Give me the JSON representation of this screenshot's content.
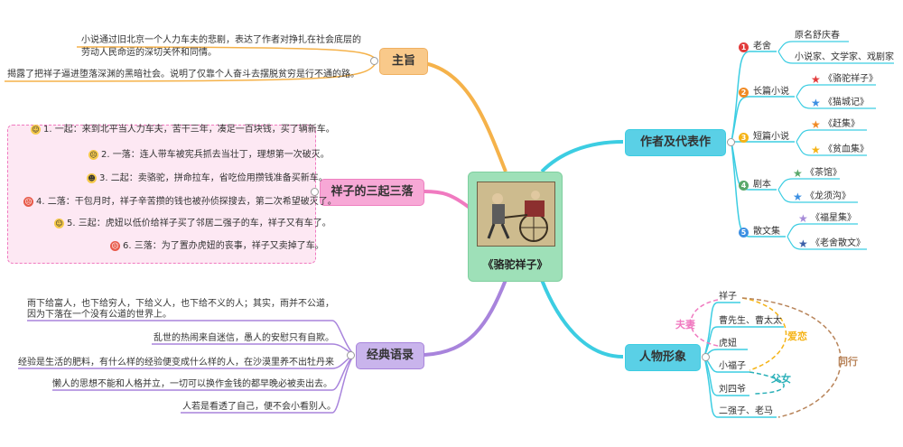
{
  "center": {
    "title": "《骆驼祥子》",
    "image_desc": "rickshaw-illustration"
  },
  "topics": {
    "theme": "主旨",
    "three_ups_downs": "祥子的三起三落",
    "quotes": "经典语录",
    "author": "作者及代表作",
    "characters": "人物形象"
  },
  "theme_items": [
    "小说通过旧北京一个人力车夫的悲剧，表达了作者对挣扎在社会底层的",
    "劳动人民命运的深切关怀和同情。",
    "揭露了把祥子逼进堕落深渊的黑暗社会。说明了仅靠个人奋斗去摆脱贫穷是行不通的路。"
  ],
  "ups_downs": [
    {
      "emoji": "smile-icon",
      "text": "1. 一起：来到北平当人力车夫，苦干三年，凑足一百块钱，买了辆新车。"
    },
    {
      "emoji": "sad-icon",
      "text": "2. 一落：连人带车被宪兵抓去当壮丁，理想第一次破灭。"
    },
    {
      "emoji": "grin-icon",
      "text": "3. 二起：卖骆驼，拼命拉车，省吃俭用攒钱准备买新车。"
    },
    {
      "emoji": "angry-icon",
      "text": "4. 二落：干包月时，祥子辛苦攒的钱也被孙侦探搜去，第二次希望破灭了。"
    },
    {
      "emoji": "smile2-icon",
      "text": "5. 三起：虎妞以低价给祥子买了邻居二强子的车，祥子又有车了。"
    },
    {
      "emoji": "cry-icon",
      "text": "6. 三落：为了置办虎妞的丧事，祥子又卖掉了车。"
    }
  ],
  "quotes_items": [
    "雨下给富人，也下给穷人，下给义人，也下给不义的人；其实，雨并不公道，",
    "因为下落在一个没有公道的世界上。",
    "乱世的热闹来自迷信，愚人的安慰只有自欺。",
    "经验是生活的肥料，有什么样的经验便变成什么样的人，在沙漠里养不出牡丹来",
    "懒人的思想不能和人格并立，一切可以换作金钱的都早晚必被卖出去。",
    "人若是看透了自己，便不会小看别人。"
  ],
  "author_items": [
    {
      "num": "1",
      "color": "#e23b3b",
      "label": "老舍",
      "subs": [
        "原名舒庆春",
        "小说家、文学家、戏剧家"
      ],
      "stars": []
    },
    {
      "num": "2",
      "color": "#f08a24",
      "label": "长篇小说",
      "subs": [
        "《骆驼祥子》",
        "《猫城记》"
      ],
      "stars": [
        "#e23b3b",
        "#3b8fe2"
      ]
    },
    {
      "num": "3",
      "color": "#f5b316",
      "label": "短篇小说",
      "subs": [
        "《赶集》",
        "《贫血集》"
      ],
      "stars": [
        "#f08a24",
        "#f5b316"
      ]
    },
    {
      "num": "4",
      "color": "#5aa86a",
      "label": "剧本",
      "subs": [
        "《茶馆》",
        "《龙须沟》"
      ],
      "stars": [
        "#5aa86a",
        "#3b8fe2"
      ]
    },
    {
      "num": "5",
      "color": "#3b8fe2",
      "label": "散文集",
      "subs": [
        "《福星集》",
        "《老舍散文》"
      ],
      "stars": [
        "#a58ad8",
        "#3b5ea8"
      ]
    }
  ],
  "characters": {
    "names": [
      "祥子",
      "曹先生、曹太太",
      "虎妞",
      "小福子",
      "刘四爷",
      "二强子、老马"
    ],
    "relations": {
      "spouse": "夫妻",
      "love": "爱恋",
      "father_daughter": "父女",
      "peer": "同行"
    }
  },
  "colors": {
    "theme": "#f9c98a",
    "ups": "#f7a8d6",
    "quotes": "#c9b4ec",
    "author": "#5ad0e6",
    "chars": "#5ad0e6",
    "theme_line": "#f5b24a",
    "ups_line": "#f07ac0",
    "quotes_line": "#a884dc",
    "author_line": "#3ccde2",
    "spouse": "#f07ac0",
    "love": "#f5b316",
    "father": "#2ab0b8",
    "peer": "#b8845a"
  }
}
